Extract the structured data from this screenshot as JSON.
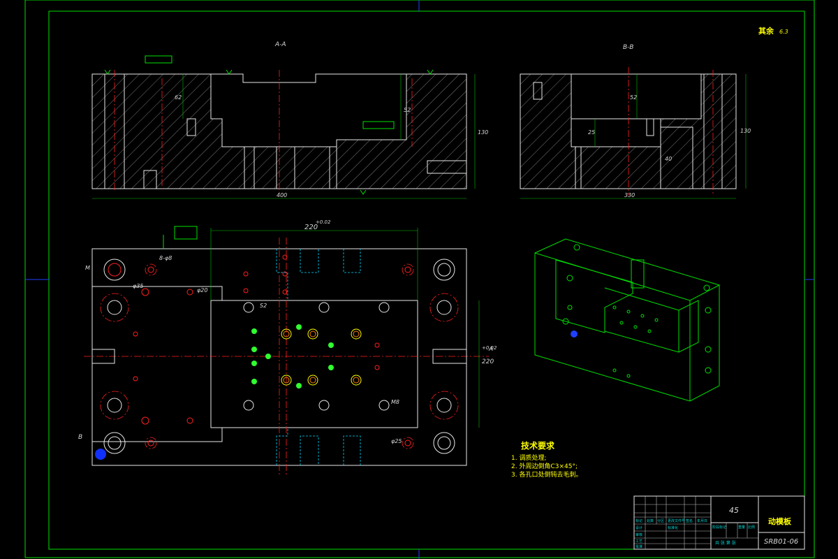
{
  "sheet": {
    "top_right_note": "其余",
    "top_right_roughness": "6.3"
  },
  "section_aa": {
    "title": "A-A",
    "dims": {
      "width": "400",
      "height_right": "130",
      "height_mid": "52",
      "height_left": "62"
    }
  },
  "section_bb": {
    "title": "B-B",
    "dims": {
      "width": "330",
      "height": "130",
      "inner": "52",
      "step": "25",
      "bore": "40"
    }
  },
  "plan_view": {
    "top_dim": "220",
    "top_tol": "+0.02",
    "side_dim": "220",
    "side_tol": "+0.02",
    "section_mark_a": "A",
    "section_mark_b": "B",
    "small_labels": [
      "M",
      "φ35",
      "φ20",
      "S2",
      "M8",
      "φ25",
      "8-φ8"
    ]
  },
  "tech_requirements": {
    "title": "技术要求",
    "items": [
      "1. 调质处理;",
      "2. 外周边倒角C3×45°;",
      "3. 各孔口处倒钝去毛刺。"
    ]
  },
  "title_block": {
    "material": "45",
    "part_name": "动模板",
    "drawing_no": "SRB01-06",
    "scale_row": "共  张  第  张",
    "cols": [
      "标记",
      "处数",
      "分区",
      "更改文件号",
      "签名",
      "年月日"
    ],
    "rows": [
      "设计",
      "审核",
      "工艺",
      "批准"
    ],
    "stage": "阶段标记",
    "weight": "重量",
    "scale": "比例",
    "std": "标准化"
  },
  "colors": {
    "background": "#000000",
    "frame": "#00e000",
    "outline": "#e8e8e8",
    "centerline": "#ff2020",
    "hidden": "#00d8ff",
    "annotation": "#ffff00"
  }
}
